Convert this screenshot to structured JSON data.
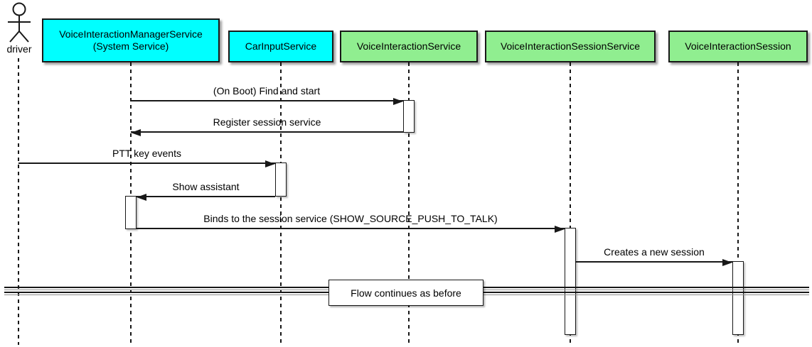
{
  "diagram": {
    "type": "uml-sequence-diagram",
    "background": "#FFFFFF",
    "line_color": "#181818",
    "colors": {
      "participant_cyan": "#00FFFF",
      "participant_green": "#90EE90",
      "shadow": "#8c8c8c"
    }
  },
  "actor": {
    "label": "driver"
  },
  "participants": [
    {
      "label": "VoiceInteractionManagerService",
      "sublabel": "(System Service)",
      "color": "#00FFFF"
    },
    {
      "label": "CarInputService",
      "color": "#00FFFF"
    },
    {
      "label": "VoiceInteractionService",
      "color": "#90EE90"
    },
    {
      "label": "VoiceInteractionSessionService",
      "color": "#90EE90"
    },
    {
      "label": "VoiceInteractionSession",
      "color": "#90EE90"
    }
  ],
  "messages": [
    {
      "label": "(On Boot) Find and start",
      "from": "VoiceInteractionManagerService",
      "to": "VoiceInteractionService",
      "direction": "right"
    },
    {
      "label": "Register session service",
      "from": "VoiceInteractionService",
      "to": "VoiceInteractionManagerService",
      "direction": "left"
    },
    {
      "label": "PTT key events",
      "from": "driver",
      "to": "CarInputService",
      "direction": "right"
    },
    {
      "label": "Show assistant",
      "from": "CarInputService",
      "to": "VoiceInteractionManagerService",
      "direction": "left"
    },
    {
      "label": "Binds to the session service (SHOW_SOURCE_PUSH_TO_TALK)",
      "from": "VoiceInteractionManagerService",
      "to": "VoiceInteractionSessionService",
      "direction": "right"
    },
    {
      "label": "Creates a new session",
      "from": "VoiceInteractionSessionService",
      "to": "VoiceInteractionSession",
      "direction": "right"
    }
  ],
  "divider": {
    "label": "Flow continues as before"
  }
}
